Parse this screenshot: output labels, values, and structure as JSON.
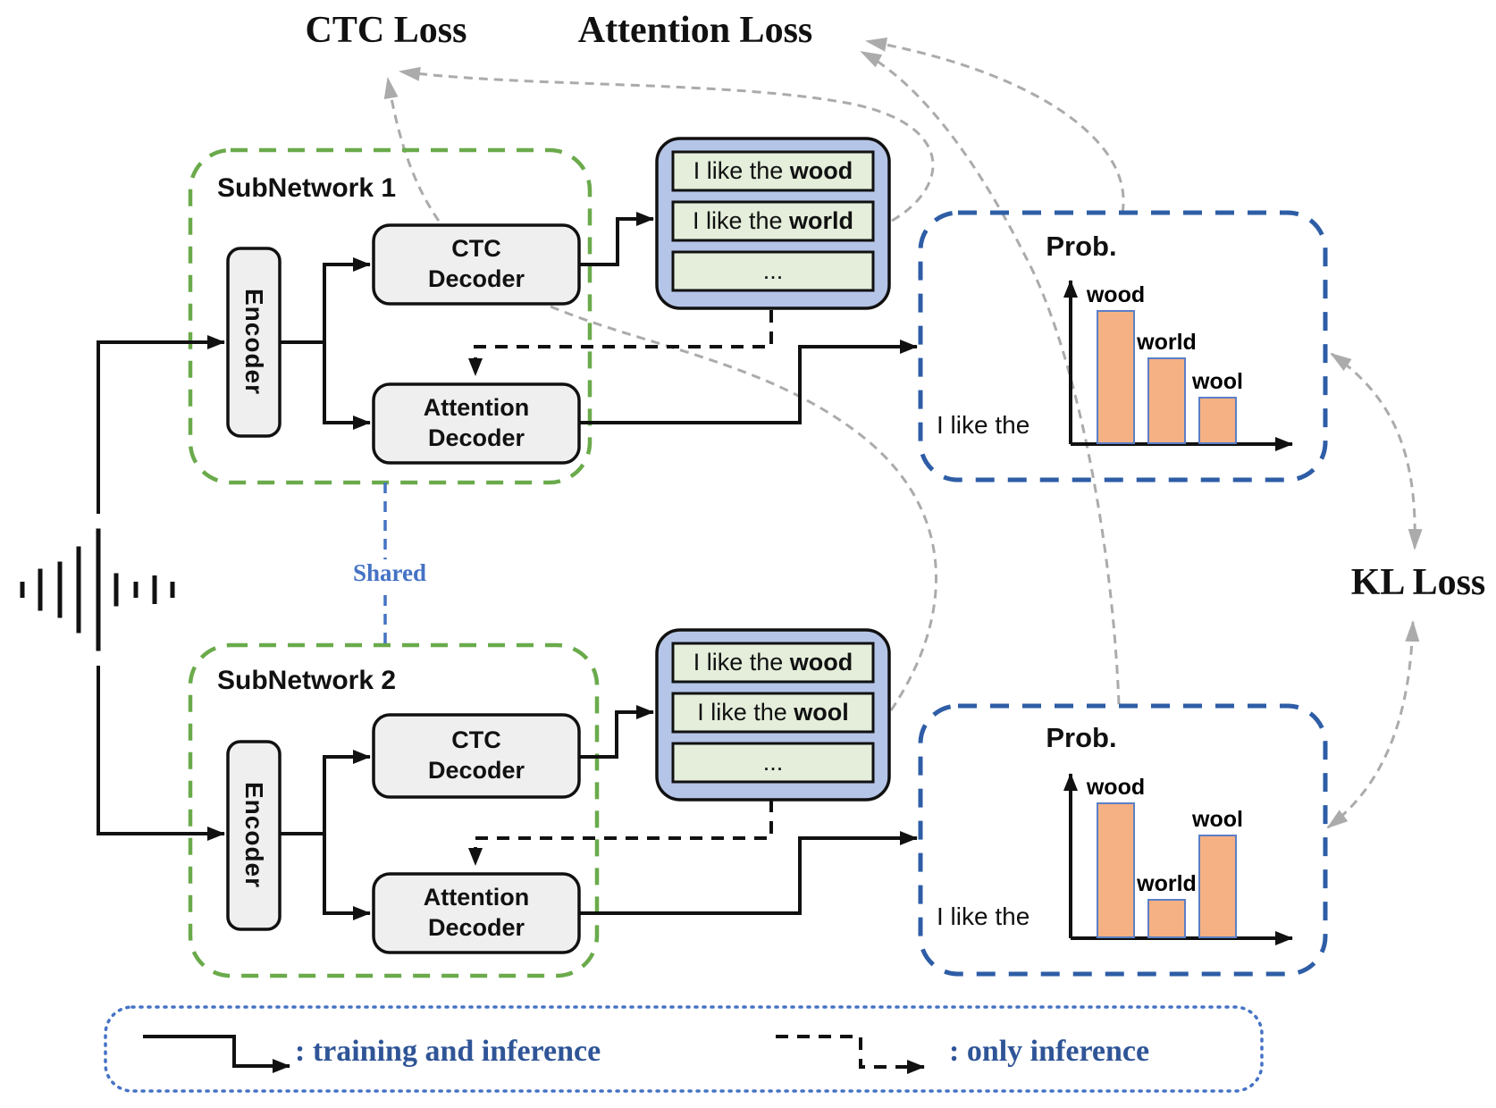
{
  "labels": {
    "ctc_loss": "CTC Loss",
    "attention_loss": "Attention Loss",
    "kl_loss": "KL Loss",
    "shared": "Shared",
    "subnetwork1": "SubNetwork 1",
    "subnetwork2": "SubNetwork 2",
    "encoder1": "Encoder",
    "encoder2": "Encoder",
    "ctc_decoder_line1": "CTC",
    "ctc_decoder_line2": "Decoder",
    "attention_decoder_line1": "Attention",
    "attention_decoder_line2": "Decoder"
  },
  "hypotheses": {
    "subnetwork1": [
      {
        "prefix": "I like the ",
        "bold": "wood"
      },
      {
        "prefix": "I like the ",
        "bold": "world"
      },
      {
        "prefix": "...",
        "bold": ""
      }
    ],
    "subnetwork2": [
      {
        "prefix": "I like the ",
        "bold": "wood"
      },
      {
        "prefix": "I like the ",
        "bold": "wool"
      },
      {
        "prefix": "...",
        "bold": ""
      }
    ]
  },
  "chart_data": [
    {
      "type": "bar",
      "title": "Prob.",
      "context_text": "I like the",
      "categories": [
        "wood",
        "world",
        "wool"
      ],
      "values": [
        0.79,
        0.51,
        0.28
      ],
      "ylim": [
        0,
        1
      ],
      "xlabel": "",
      "ylabel": "Prob.",
      "grid": false,
      "legend_position": "none"
    },
    {
      "type": "bar",
      "title": "Prob.",
      "context_text": "I like the",
      "categories": [
        "wood",
        "world",
        "wool"
      ],
      "values": [
        0.8,
        0.23,
        0.61
      ],
      "ylim": [
        0,
        1
      ],
      "xlabel": "",
      "ylabel": "Prob.",
      "grid": false,
      "legend_position": "none"
    }
  ],
  "legend": {
    "solid_label": ": training and inference",
    "dashed_label": ": only inference"
  },
  "colors": {
    "green_dash": "#6aaa4b",
    "blue_dash": "#2e5da6",
    "legend_border": "#4472c4",
    "legend_text": "#2f5597",
    "shared_text": "#4472c4",
    "hyp_box_fill": "#b5c5e7",
    "hyp_row_fill": "#e4eedb",
    "bar_fill": "#f5b183",
    "bar_border": "#5b7fc7",
    "gray_arrow": "#ababab",
    "box_fill": "#efefef"
  }
}
